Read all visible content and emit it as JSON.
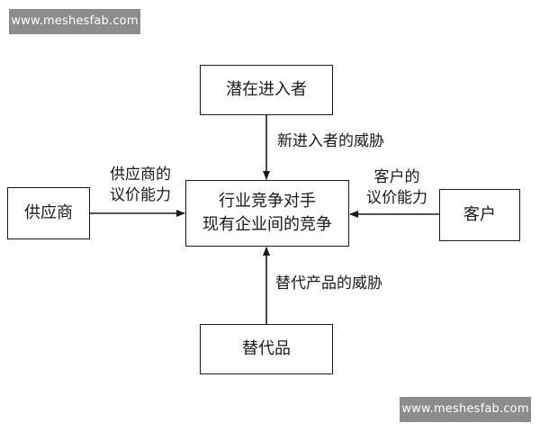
{
  "watermark": {
    "top": "www.meshesfab.com",
    "bottom": "www.meshesfab.com"
  },
  "boxes": {
    "top": [
      "潜在进入者"
    ],
    "left": [
      "供应商"
    ],
    "center": [
      "行业竞争对手",
      "现有企业间的竞争"
    ],
    "right": [
      "客户"
    ],
    "bottom": [
      "替代品"
    ]
  },
  "labels": {
    "new_entrants_threat": "新进入者的威胁",
    "supplier_power": [
      "供应商的",
      "议价能力"
    ],
    "customer_power": [
      "客户的",
      "议价能力"
    ],
    "substitutes_threat": "替代产品的威胁"
  }
}
